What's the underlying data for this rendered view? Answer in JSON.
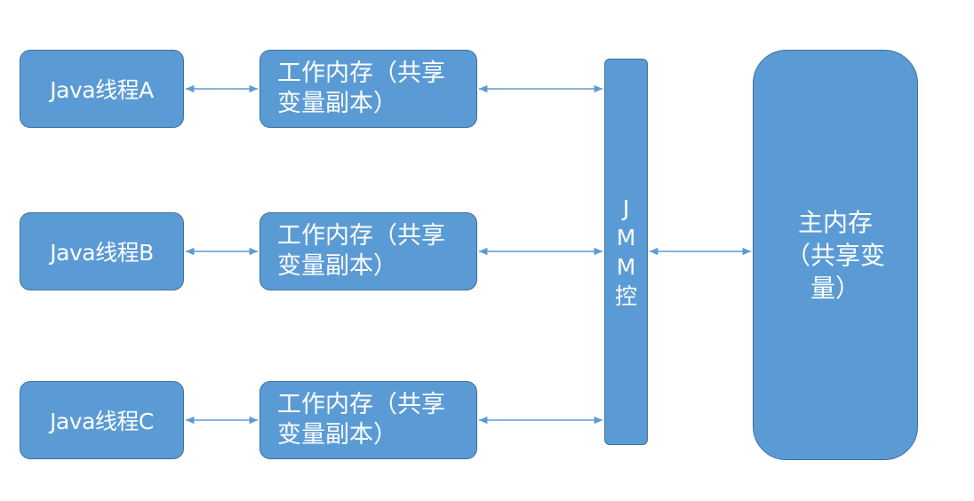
{
  "threads": [
    {
      "label": "Java线程A"
    },
    {
      "label": "Java线程B"
    },
    {
      "label": "Java线程C"
    }
  ],
  "working_memory": [
    {
      "label": "工作内存（共享变量副本）"
    },
    {
      "label": "工作内存（共享变量副本）"
    },
    {
      "label": "工作内存（共享变量副本）"
    }
  ],
  "jmm": {
    "label": "JMM控"
  },
  "main_memory": {
    "label": "主内存（共享变量）"
  },
  "colors": {
    "box_fill": "#5b9bd5",
    "box_border": "#41719c",
    "arrow": "#5b9bd5",
    "text": "#ffffff"
  }
}
